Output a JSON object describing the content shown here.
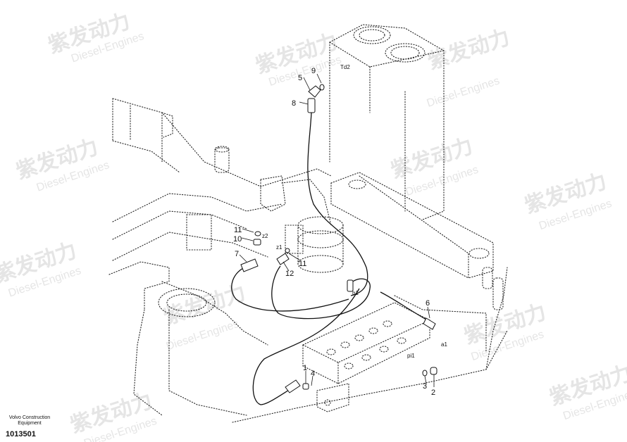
{
  "watermark": {
    "cn": "紫发动力",
    "en": "Diesel-Engines"
  },
  "callouts": {
    "c1": "1",
    "c2": "2",
    "c3": "3",
    "c4": "4",
    "c5": "5",
    "c6": "6",
    "c7": "7",
    "c8": "8",
    "c9": "9",
    "c10": "10",
    "c11a": "11",
    "c11b": "11",
    "c12": "12"
  },
  "ports": {
    "td2": "Td2",
    "z2": "z2",
    "z1": "z1",
    "b1": "b1",
    "a1": "a1",
    "pi1": "pi1"
  },
  "footer": {
    "brand": "Volvo Construction Equipment",
    "part_number": "1013501"
  }
}
